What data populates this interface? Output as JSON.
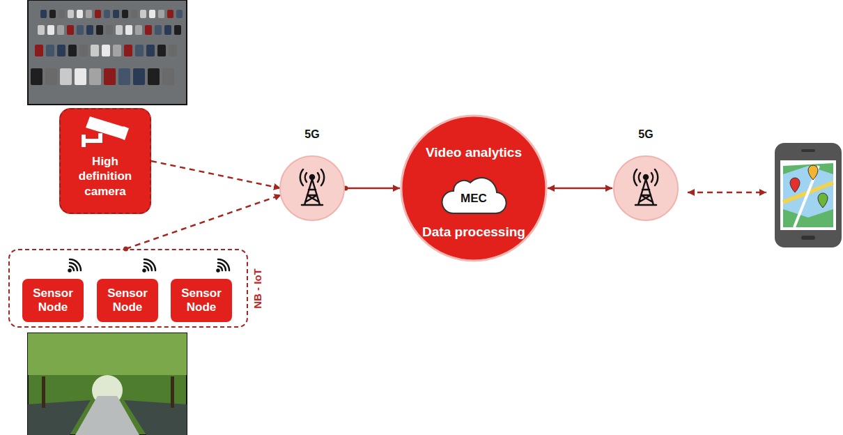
{
  "diagram": {
    "nodes": [
      {
        "text": [
          "High definition camera"
        ]
      },
      {
        "text": [
          "NB - IoT"
        ]
      },
      {
        "text": [
          "Sensor Node"
        ],
        "in": 1
      },
      {
        "text": [
          "Sensor Node"
        ],
        "in": 1
      },
      {
        "text": [
          "Sensor Node"
        ],
        "in": 1
      },
      {
        "text": [
          "5G"
        ]
      },
      {
        "text": [
          "Video analytics",
          "Data processing"
        ]
      },
      {
        "text": [
          "MEC"
        ],
        "in": 6
      },
      {
        "text": [
          "5G"
        ]
      }
    ],
    "edges": [
      {
        "from": 0,
        "to": 5,
        "arrow": "to"
      },
      {
        "from": 1,
        "to": 5,
        "arrow": "to"
      },
      {
        "from": 5,
        "to": 6,
        "arrow": "to"
      },
      {
        "from": 6,
        "to": 8,
        "arrow": "both"
      }
    ]
  }
}
